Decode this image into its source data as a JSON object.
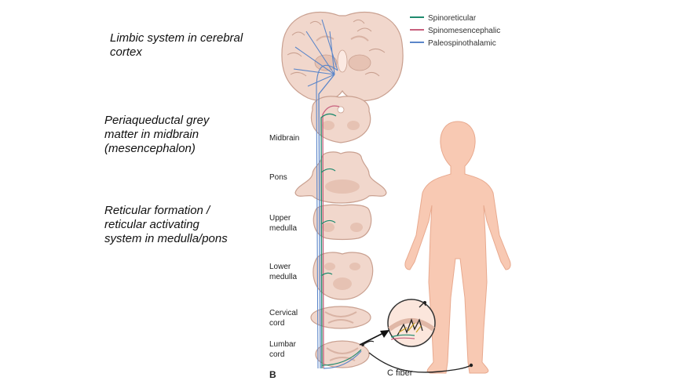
{
  "annotations": {
    "limbic": "Limbic system in cerebral\ncortex",
    "pag": "Periaqueductal grey\nmatter in midbrain\n(mesencephalon)",
    "reticular": "Reticular formation /\nreticular activating\nsystem in medulla/pons"
  },
  "legend": [
    {
      "label": "Spinoreticular",
      "color": "#1f8a6e"
    },
    {
      "label": "Spinomesencephalic",
      "color": "#c8607e"
    },
    {
      "label": "Paleospinothalamic",
      "color": "#5b86c9"
    }
  ],
  "levels": {
    "midbrain": "Midbrain",
    "pons": "Pons",
    "upper_medulla": [
      "Upper",
      "medulla"
    ],
    "lower_medulla": [
      "Lower",
      "medulla"
    ],
    "cervical": [
      "Cervical",
      "cord"
    ],
    "lumbar": [
      "Lumbar",
      "cord"
    ]
  },
  "fiber_label": "C fiber",
  "panel_letter": "B",
  "colors": {
    "tissue": "#f1d7cc",
    "tissue_dark": "#d9b3a4",
    "skin": "#f8c9b3"
  }
}
